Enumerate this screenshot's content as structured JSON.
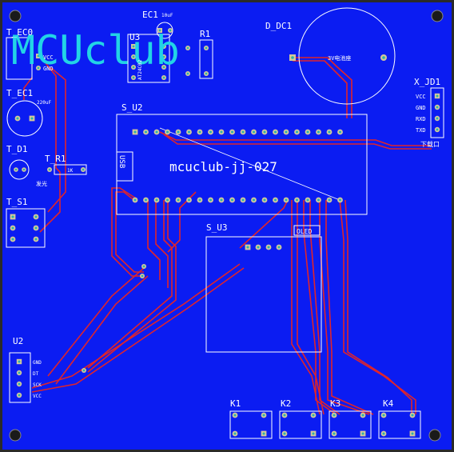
{
  "board": {
    "logo_text": "MCUclub",
    "model_text": "mcuclub-jj-027",
    "colors": {
      "background": "#0b1cf2",
      "border": "#2a2a2a",
      "copper_trace": "#e0242b",
      "silkscreen": "#ffffff",
      "logo": "#22d4e6",
      "pad_fill": "#d4c79a",
      "pad_center": "#2bb3a8",
      "hole": "#1a1a1a"
    }
  },
  "components": {
    "t_ec0": {
      "label": "T_EC0",
      "pin_vcc": "VCC",
      "pin_gnd": "GND"
    },
    "ec1": {
      "label": "EC1",
      "value": "10uF"
    },
    "u3": {
      "label": "U3",
      "chip": "AT24C02"
    },
    "r1": {
      "label": "R1"
    },
    "d_dc1": {
      "label": "D_DC1",
      "note": "3V电池座"
    },
    "x_jd1": {
      "label": "X_JD1",
      "pins": [
        "VCC",
        "GND",
        "RXD",
        "TXD"
      ],
      "note": "下载口"
    },
    "t_ec1": {
      "label": "T_EC1",
      "value": "220uF"
    },
    "t_d1": {
      "label": "T_D1",
      "note": "发光"
    },
    "t_r1": {
      "label": "T_R1",
      "value": "1K"
    },
    "t_s1": {
      "label": "T_S1"
    },
    "s_u2": {
      "label": "S_U2",
      "usb": "USB"
    },
    "s_u3": {
      "label": "S_U3",
      "tag": "OLED"
    },
    "u2": {
      "label": "U2",
      "pins": [
        "GND",
        "DT",
        "SCK",
        "VCC"
      ]
    },
    "keys": [
      "K1",
      "K2",
      "K3",
      "K4"
    ]
  }
}
